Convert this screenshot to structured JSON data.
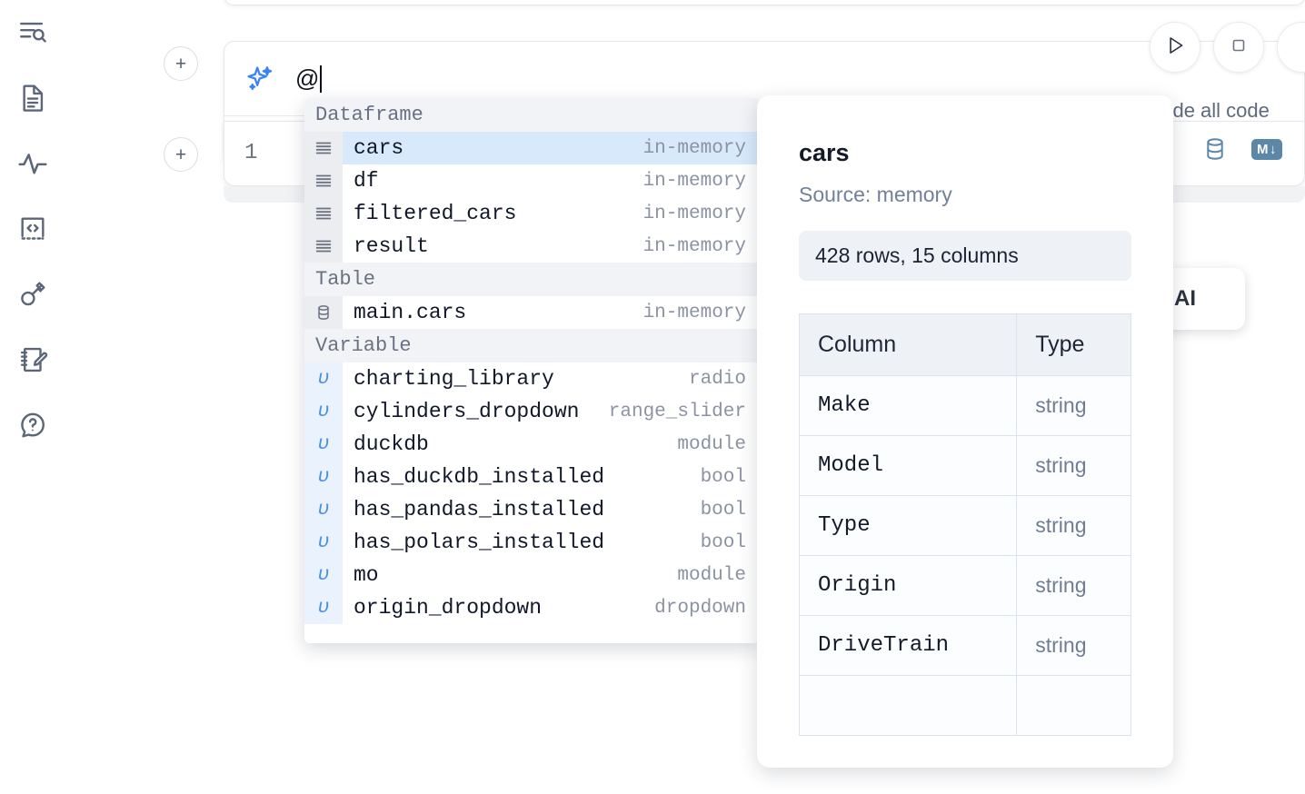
{
  "sidebar": {
    "items": [
      {
        "name": "outline-search-icon",
        "label": "Outline"
      },
      {
        "name": "file-document-icon",
        "label": "Files"
      },
      {
        "name": "activity-pulse-icon",
        "label": "Variables"
      },
      {
        "name": "code-brackets-icon",
        "label": "Snippets"
      },
      {
        "name": "key-secret-icon",
        "label": "Secrets"
      },
      {
        "name": "notebook-edit-icon",
        "label": "Scratchpad"
      },
      {
        "name": "help-chat-icon",
        "label": "Help"
      }
    ]
  },
  "toolbar": {
    "add_cell_label": "+",
    "run_label": "Run",
    "stop_label": "Stop",
    "include_all_code_label": "Include all code",
    "include_all_code_checked": false,
    "accent_color": "#2f7ff0",
    "cell_icon_color": "#5b87a8",
    "markdown_badge_label": "M",
    "markdown_badge_arrow": "↓"
  },
  "ai_prompt": {
    "value": "@",
    "placeholder": "",
    "sparkle_icon": "ai-sparkle-icon"
  },
  "code_cell": {
    "line_number": "1",
    "content": ""
  },
  "tip_card": {
    "text": "h AI"
  },
  "autocomplete": {
    "groups": [
      {
        "header": "Dataframe",
        "icon": "dataframe-rows-icon",
        "kind": "df",
        "items": [
          {
            "name": "cars",
            "type": "in-memory",
            "selected": true
          },
          {
            "name": "df",
            "type": "in-memory",
            "selected": false
          },
          {
            "name": "filtered_cars",
            "type": "in-memory",
            "selected": false
          },
          {
            "name": "result",
            "type": "in-memory",
            "selected": false
          }
        ]
      },
      {
        "header": "Table",
        "icon": "database-table-icon",
        "kind": "table",
        "items": [
          {
            "name": "main.cars",
            "type": "in-memory",
            "selected": false
          }
        ]
      },
      {
        "header": "Variable",
        "icon": "variable-upsilon-icon",
        "kind": "var",
        "items": [
          {
            "name": "charting_library",
            "type": "radio",
            "selected": false
          },
          {
            "name": "cylinders_dropdown",
            "type": "range_slider",
            "selected": false
          },
          {
            "name": "duckdb",
            "type": "module",
            "selected": false
          },
          {
            "name": "has_duckdb_installed",
            "type": "bool",
            "selected": false
          },
          {
            "name": "has_pandas_installed",
            "type": "bool",
            "selected": false
          },
          {
            "name": "has_polars_installed",
            "type": "bool",
            "selected": false
          },
          {
            "name": "mo",
            "type": "module",
            "selected": false
          },
          {
            "name": "origin_dropdown",
            "type": "dropdown",
            "selected": false
          }
        ]
      }
    ]
  },
  "doc_panel": {
    "title": "cars",
    "source": "Source: memory",
    "shape": "428 rows, 15 columns",
    "table": {
      "headers": [
        "Column",
        "Type"
      ],
      "rows": [
        [
          "Make",
          "string"
        ],
        [
          "Model",
          "string"
        ],
        [
          "Type",
          "string"
        ],
        [
          "Origin",
          "string"
        ],
        [
          "DriveTrain",
          "string"
        ]
      ]
    }
  }
}
